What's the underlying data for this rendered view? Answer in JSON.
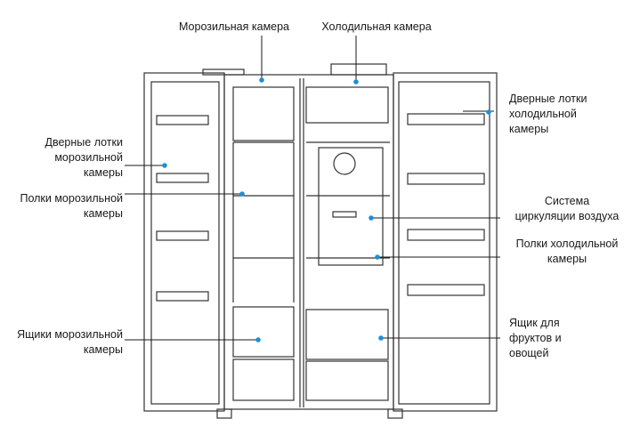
{
  "labels": {
    "freezer": "Морозильная камера",
    "fridge": "Холодильная камера",
    "fridge_door_bins": "Дверные лотки\nхолодильной\nкамеры",
    "freezer_door_bins": "Дверные лотки\nморозильной\nкамеры",
    "freezer_shelves": "Полки морозильной\nкамеры",
    "air_system": "Система\nциркуляции воздуха",
    "fridge_shelves": "Полки холодильной\nкамеры",
    "freezer_drawers": "Ящики морозильной\nкамеры",
    "crisper": "Ящик для\nфруктов и\nовощей"
  },
  "colors": {
    "leader": "#1a1a1a",
    "dot": "#1f8fd6",
    "outline": "#333333",
    "fill": "#ffffff"
  }
}
